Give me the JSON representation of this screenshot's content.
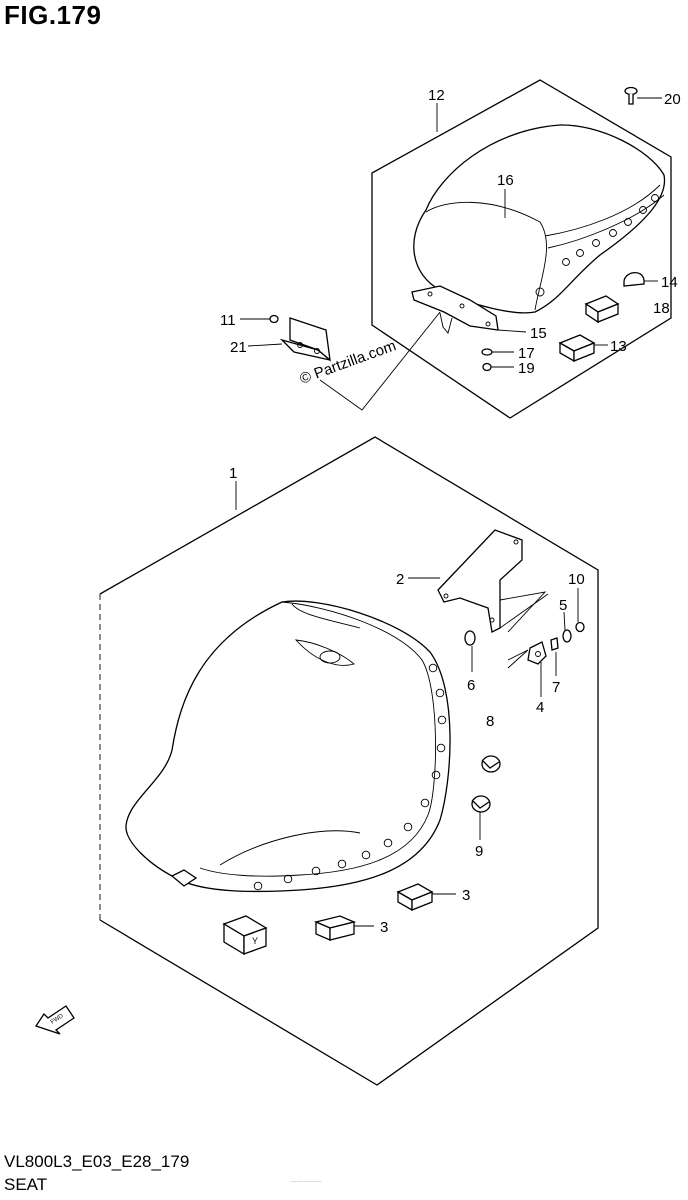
{
  "figure": {
    "title": "FIG.179",
    "code": "VL800L3_E03_E28_179",
    "name": "SEAT",
    "watermark": "© Partzilla.com",
    "fine_print": "..................."
  },
  "callouts": [
    {
      "id": "c1",
      "text": "1"
    },
    {
      "id": "c2",
      "text": "2"
    },
    {
      "id": "c3a",
      "text": "3"
    },
    {
      "id": "c3b",
      "text": "3"
    },
    {
      "id": "c4",
      "text": "4"
    },
    {
      "id": "c5",
      "text": "5"
    },
    {
      "id": "c6",
      "text": "6"
    },
    {
      "id": "c7",
      "text": "7"
    },
    {
      "id": "c8",
      "text": "8"
    },
    {
      "id": "c9",
      "text": "9"
    },
    {
      "id": "c10",
      "text": "10"
    },
    {
      "id": "c11",
      "text": "11"
    },
    {
      "id": "c12",
      "text": "12"
    },
    {
      "id": "c13",
      "text": "13"
    },
    {
      "id": "c14",
      "text": "14"
    },
    {
      "id": "c15",
      "text": "15"
    },
    {
      "id": "c16",
      "text": "16"
    },
    {
      "id": "c17",
      "text": "17"
    },
    {
      "id": "c18",
      "text": "18"
    },
    {
      "id": "c19",
      "text": "19"
    },
    {
      "id": "c20",
      "text": "20"
    },
    {
      "id": "c21",
      "text": "21"
    }
  ],
  "icons": {
    "fwd_arrow": "fwd-arrow-icon",
    "fwd_label": "FWD",
    "label_tag_letter": "Y"
  }
}
